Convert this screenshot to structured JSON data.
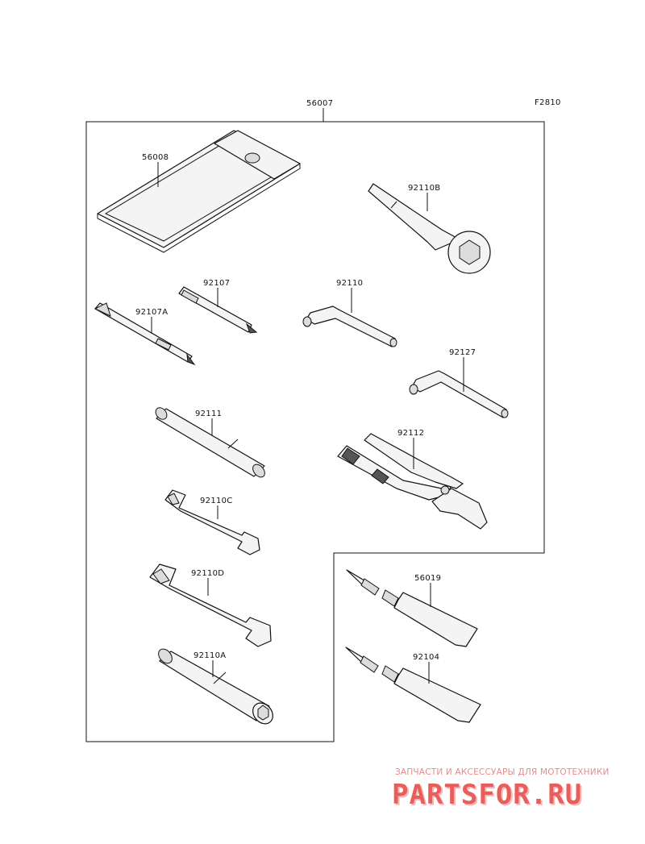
{
  "figure_code": "F2810",
  "assembly_label": "56007",
  "parts": {
    "p56008": "56008",
    "p92110B": "92110B",
    "p92107": "92107",
    "p92107A": "92107A",
    "p92110": "92110",
    "p92127": "92127",
    "p92111": "92111",
    "p92112": "92112",
    "p92110C": "92110C",
    "p92110D": "92110D",
    "p92110A": "92110A",
    "p56019": "56019",
    "p92104": "92104"
  },
  "watermark": {
    "tagline": "ЗАПЧАСТИ И АКСЕССУАРЫ ДЛЯ МОТОТЕХНИКИ",
    "logo": "PARTSFOR.RU",
    "color": "#e5433f"
  }
}
